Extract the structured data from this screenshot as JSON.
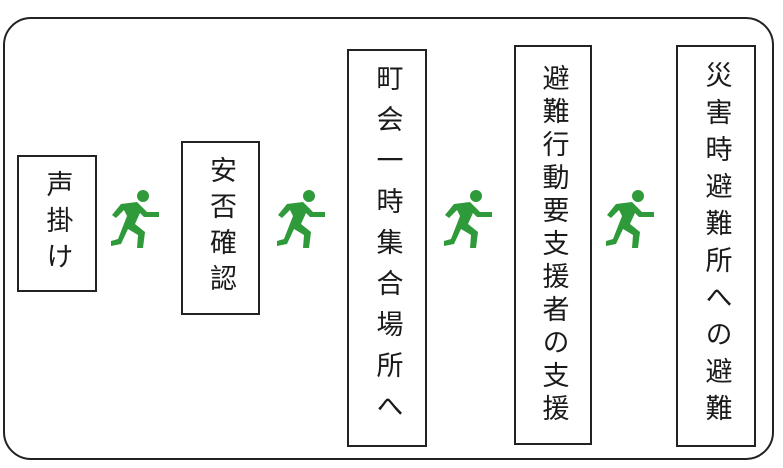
{
  "steps": [
    {
      "id": "step-1",
      "text": "声掛け"
    },
    {
      "id": "step-2",
      "text": "安否確認"
    },
    {
      "id": "step-3",
      "text": "町会一時集合場所へ"
    },
    {
      "id": "step-4",
      "text": "避難行動要支援者の支援"
    },
    {
      "id": "step-5",
      "text": "災害時避難所への避難"
    }
  ],
  "colors": {
    "runner": "#2f9a3a",
    "border": "#222222"
  },
  "icons": {
    "arrow": "running-person-icon"
  }
}
